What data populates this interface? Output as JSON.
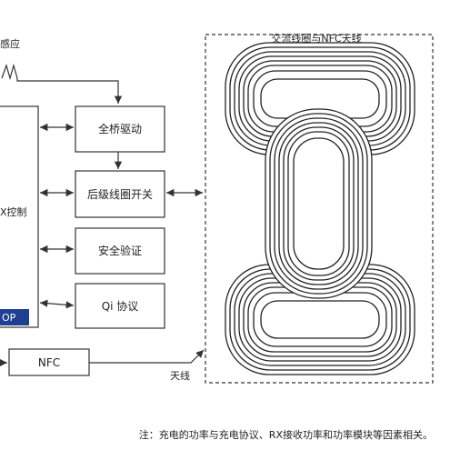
{
  "labels": {
    "sense_label": "感应",
    "mcu_label": "X控制",
    "op_badge": "OP",
    "full_bridge": "全桥驱动",
    "coil_switch": "后级线圈开关",
    "security": "安全验证",
    "qi": "Qi 协议",
    "nfc": "NFC",
    "antenna": "天线",
    "coil_region": "交流线圈与NFC天线",
    "footnote": "注：充电的功率与充电协议、RX接收功率和功率模块等因素相关。"
  },
  "colors": {
    "line": "#333333",
    "badge_bg": "#1f3f93",
    "badge_text": "#ffffff"
  }
}
